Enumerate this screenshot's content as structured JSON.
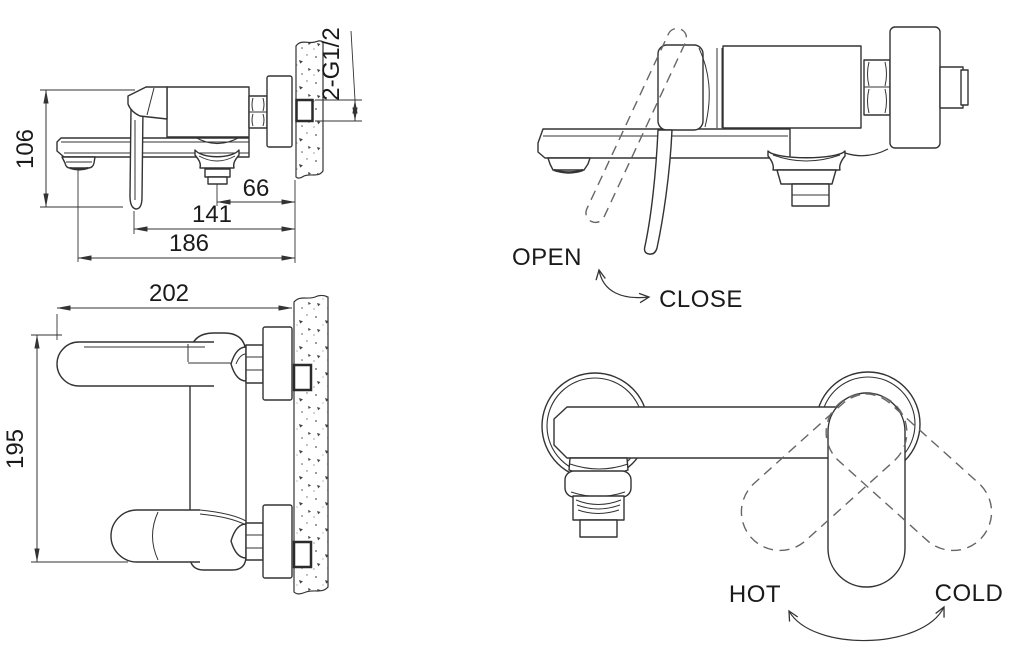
{
  "colors": {
    "background": "#ffffff",
    "line": "#333333",
    "dashed_line": "#666666",
    "text": "#1a1a1a"
  },
  "views": {
    "side_installation": {
      "dim_height_mm": "106",
      "dim_shower_outlet_to_wall_mm": "66",
      "dim_handle_to_wall_mm": "141",
      "dim_spout_reach_mm": "186",
      "connection_thread": "2-G1/2"
    },
    "side_operation": {
      "open_label": "OPEN",
      "close_label": "CLOSE"
    },
    "top_installation": {
      "dim_spout_reach_mm": "202",
      "dim_overall_height_mm": "195"
    },
    "front_operation": {
      "hot_label": "HOT",
      "cold_label": "COLD"
    }
  }
}
